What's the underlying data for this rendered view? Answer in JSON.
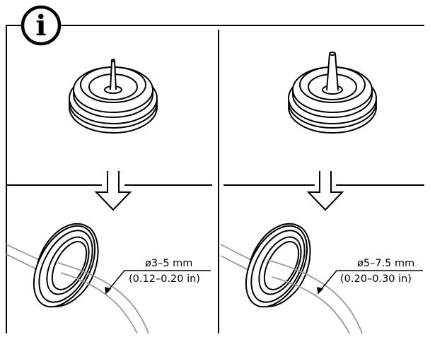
{
  "info_symbol": "i",
  "panels": [
    {
      "size_mm": "ø3–5 mm",
      "size_in": "(0.12–0.20 in)"
    },
    {
      "size_mm": "ø5–7.5 mm",
      "size_in": "(0.20–0.30 in)"
    }
  ],
  "colors": {
    "line": "#000000",
    "fill": "#ffffff",
    "cable": "#9a9a9a"
  }
}
